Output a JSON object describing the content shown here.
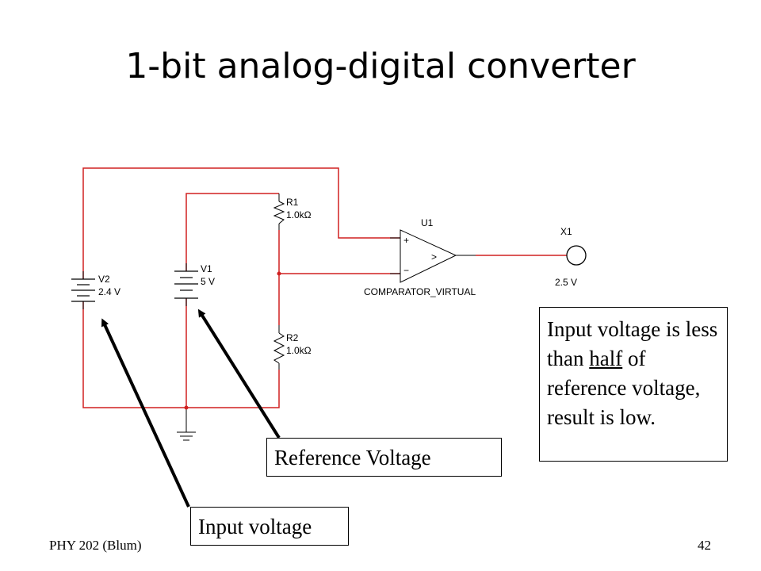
{
  "slide": {
    "title": "1-bit analog-digital converter",
    "footer_left": "PHY 202 (Blum)",
    "page_number": "42"
  },
  "circuit": {
    "wire_color": "#d02020",
    "components": {
      "r1_name": "R1",
      "r1_value": "1.0kΩ",
      "r2_name": "R2",
      "r2_value": "1.0kΩ",
      "u1_name": "U1",
      "comparator_label": "COMPARATOR_VIRTUAL",
      "comp_plus": "+",
      "comp_minus": "−",
      "comp_symbol": ">",
      "v1_name": "V1",
      "v1_value": "5 V",
      "v2_name": "V2",
      "v2_value": "2.4 V",
      "x1_name": "X1",
      "x1_value": "2.5 V"
    }
  },
  "callouts": {
    "note_pre": "Input voltage is less than ",
    "note_underlined": "half",
    "note_post": " of reference voltage, result is low.",
    "reference_label": "Reference Voltage",
    "input_label": "Input voltage"
  }
}
